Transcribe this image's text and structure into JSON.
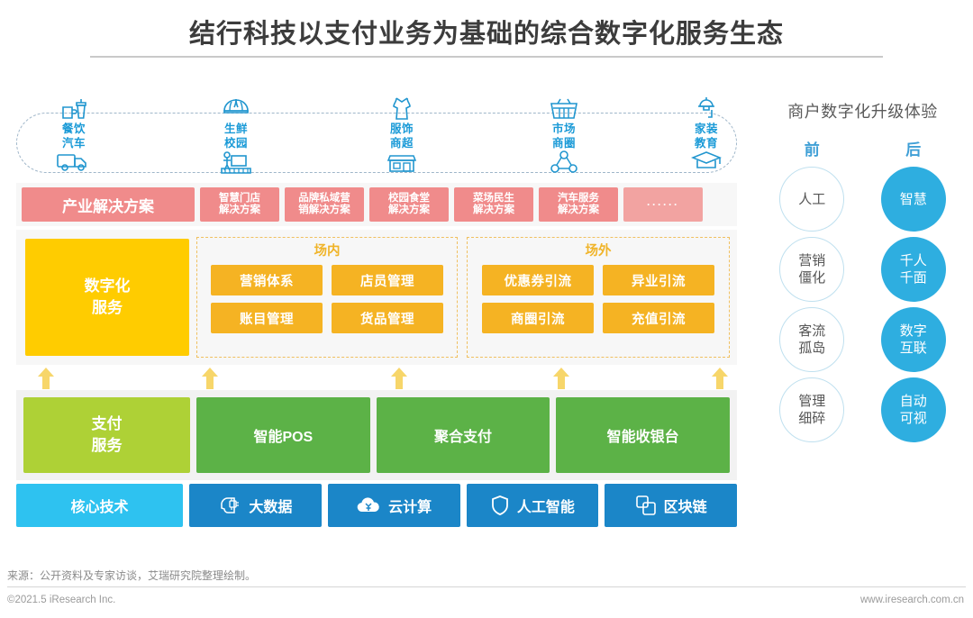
{
  "title": "结行科技以支付业务为基础的综合数字化服务生态",
  "industries": [
    {
      "top_icon": "drink-cup-icon",
      "label_top": "餐饮",
      "label_bottom": "汽车",
      "bottom_icon": "truck-icon"
    },
    {
      "top_icon": "vegetable-icon",
      "label_top": "生鲜",
      "label_bottom": "校园",
      "bottom_icon": "campus-icon"
    },
    {
      "top_icon": "dress-icon",
      "label_top": "服饰",
      "label_bottom": "商超",
      "bottom_icon": "store-icon"
    },
    {
      "top_icon": "basket-icon",
      "label_top": "市场",
      "label_bottom": "商圈",
      "bottom_icon": "network-icon"
    },
    {
      "top_icon": "lamp-icon",
      "label_top": "家装",
      "label_bottom": "教育",
      "bottom_icon": "graduation-icon"
    }
  ],
  "solutions": {
    "main": "产业解决方案",
    "items": [
      "智慧门店\n解决方案",
      "品牌私域营\n销解决方案",
      "校园食堂\n解决方案",
      "菜场民生\n解决方案",
      "汽车服务\n解决方案"
    ],
    "more": "······"
  },
  "digital_services": {
    "main": "数字化\n服务",
    "groups": [
      {
        "head": "场内",
        "cells": [
          "营销体系",
          "店员管理",
          "账目管理",
          "货品管理"
        ]
      },
      {
        "head": "场外",
        "cells": [
          "优惠券引流",
          "异业引流",
          "商圈引流",
          "充值引流"
        ]
      }
    ]
  },
  "payment": {
    "main": "支付\n服务",
    "items": [
      "智能POS",
      "聚合支付",
      "智能收银台"
    ]
  },
  "tech": {
    "main": "核心技术",
    "items": [
      {
        "label": "大数据",
        "icon": "brain-chip-icon"
      },
      {
        "label": "云计算",
        "icon": "cloud-yuan-icon"
      },
      {
        "label": "人工智能",
        "icon": "shield-icon"
      },
      {
        "label": "区块链",
        "icon": "blocks-icon"
      }
    ]
  },
  "right_panel": {
    "title": "商户数字化升级体验",
    "before_head": "前",
    "after_head": "后",
    "rows": [
      {
        "before": "人工",
        "after": "智慧"
      },
      {
        "before": "营销\n僵化",
        "after": "千人\n千面"
      },
      {
        "before": "客流\n孤岛",
        "after": "数字\n互联"
      },
      {
        "before": "管理\n细碎",
        "after": "自动\n可视"
      }
    ]
  },
  "footer": {
    "source": "来源：公开资料及专家访谈，艾瑞研究院整理绘制。",
    "copyright": "©2021.5 iResearch Inc.",
    "website": "www.iresearch.com.cn"
  },
  "colors": {
    "pink": "#f08b8b",
    "yellow": "#ffcc00",
    "amber": "#f5b323",
    "light_green": "#aed136",
    "green": "#5cb247",
    "cyan": "#2ec2f0",
    "blue": "#1b86c8",
    "circle_blue": "#2eaee0"
  }
}
